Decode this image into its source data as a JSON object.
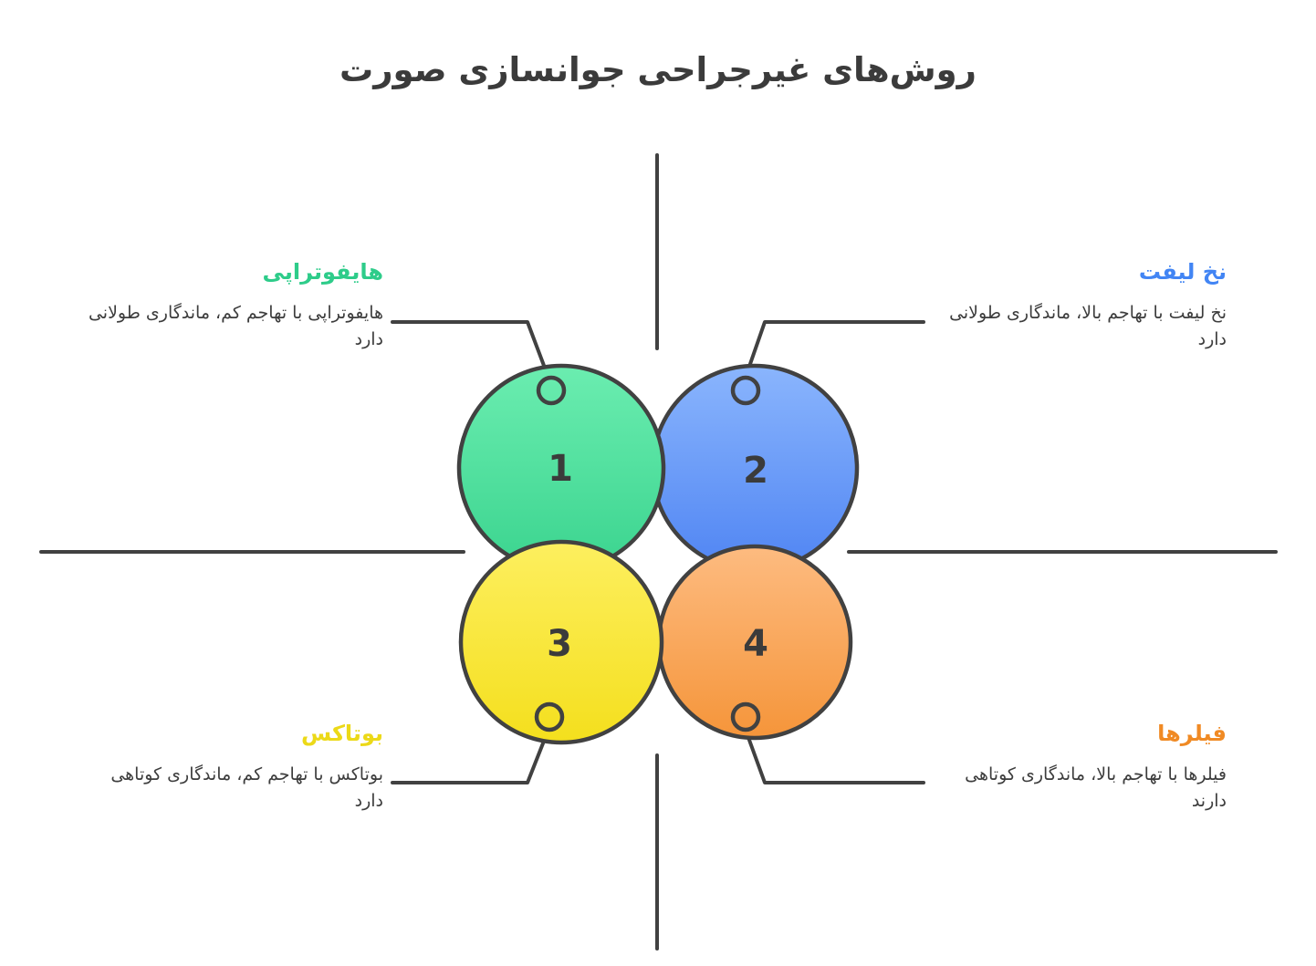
{
  "page": {
    "title": "روش‌های غیرجراحی جوانسازی صورت",
    "background_color": "#ffffff",
    "line_color": "#414141",
    "number_color": "#3b3b3b"
  },
  "axes": {
    "vertical_label": "",
    "horizontal_label": ""
  },
  "quadrants": [
    {
      "id": "top-left",
      "number": "1",
      "heading": "هایفوتراپی",
      "description": "هایفوتراپی با تهاجم کم، ماندگاری طولانی دارد",
      "color": "#4fe2a0",
      "color_light": "#63ecab",
      "color_dark": "#3ed693",
      "heading_color": "#2ecc8a"
    },
    {
      "id": "top-right",
      "number": "2",
      "heading": "نخ لیفت",
      "description": "نخ لیفت با تهاجم بالا، ماندگاری طولانی دارد",
      "color": "#6a9bf7",
      "color_light": "#87b0fc",
      "color_dark": "#5285f2",
      "heading_color": "#4285f4"
    },
    {
      "id": "bottom-left",
      "number": "3",
      "heading": "بوتاکس",
      "description": "بوتاکس با تهاجم کم، ماندگاری کوتاهی دارد",
      "color": "#fae736",
      "color_light": "#fdee5c",
      "color_dark": "#f4e022",
      "heading_color": "#ecd918"
    },
    {
      "id": "bottom-right",
      "number": "4",
      "heading": "فیلرها",
      "description": "فیلرها با تهاجم بالا، ماندگاری کوتاهی دارند",
      "color": "#f9a75f",
      "color_light": "#fcb77a",
      "color_dark": "#f69840",
      "heading_color": "#f08a24"
    }
  ]
}
